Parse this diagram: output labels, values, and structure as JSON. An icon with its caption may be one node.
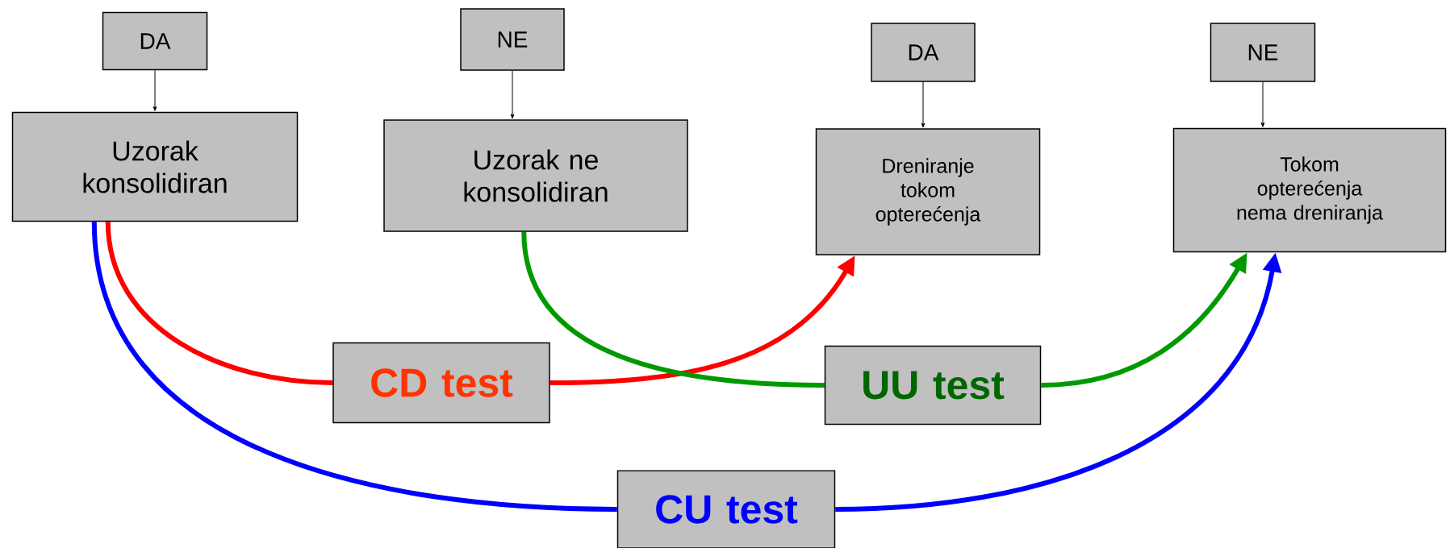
{
  "diagram": {
    "nodes": [
      {
        "text": [
          "DA"
        ]
      },
      {
        "text": [
          "Uzorak konsolidiran"
        ]
      },
      {
        "text": [
          "NE"
        ]
      },
      {
        "text": [
          "Uzorak ne konsolidiran"
        ]
      },
      {
        "text": [
          "DA"
        ]
      },
      {
        "text": [
          "Dreniranje tokom opterećenja"
        ]
      },
      {
        "text": [
          "NE"
        ]
      },
      {
        "text": [
          "Tokom opterećenja nema dreniranja"
        ]
      },
      {
        "text": [
          "CD test"
        ]
      },
      {
        "text": [
          "UU test"
        ]
      },
      {
        "text": [
          "CU test"
        ]
      }
    ],
    "edges": [
      {
        "from": 0,
        "to": 1,
        "arrow": "to"
      },
      {
        "from": 2,
        "to": 3,
        "arrow": "to"
      },
      {
        "from": 4,
        "to": 5,
        "arrow": "to"
      },
      {
        "from": 6,
        "to": 7,
        "arrow": "to"
      },
      {
        "from": 1,
        "to": 8,
        "arrow": "none",
        "color": "#ff0000"
      },
      {
        "from": 8,
        "to": 5,
        "arrow": "to",
        "color": "#ff0000"
      },
      {
        "from": 3,
        "to": 9,
        "arrow": "none",
        "color": "#009900"
      },
      {
        "from": 9,
        "to": 7,
        "arrow": "to",
        "color": "#009900"
      },
      {
        "from": 1,
        "to": 10,
        "arrow": "none",
        "color": "#0000ff"
      },
      {
        "from": 10,
        "to": 7,
        "arrow": "to",
        "color": "#0000ff"
      }
    ]
  }
}
